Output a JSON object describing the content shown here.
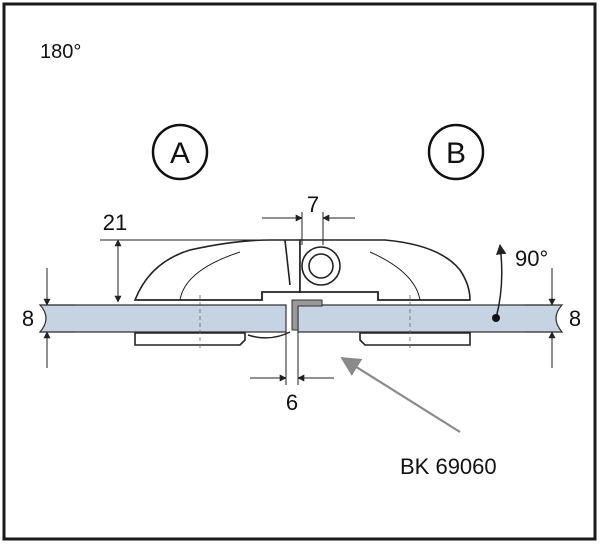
{
  "angle_label": "180°",
  "side_a_label": "A",
  "side_b_label": "B",
  "dim_height": "21",
  "dim_top_gap": "7",
  "dim_bottom_gap": "6",
  "dim_left_glass": "8",
  "dim_right_glass": "8",
  "rotation_angle": "90°",
  "part_number": "BK 69060",
  "colors": {
    "frame": "#1a1a1a",
    "glass": "#c5d3e2",
    "body_fill": "#ffffff",
    "arrow": "#8a8a8a",
    "line": "#222222"
  }
}
